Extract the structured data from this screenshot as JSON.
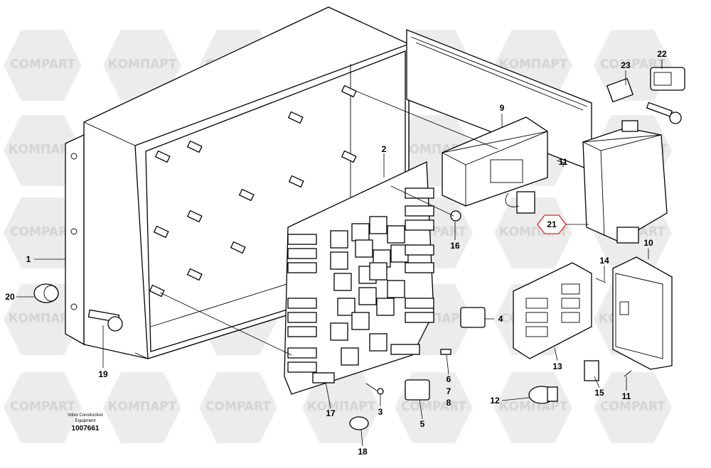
{
  "watermark": {
    "latin": "COMPART",
    "cyrillic": "КОМПАРТ"
  },
  "caption": {
    "line1": "Volvo Construction",
    "line2": "Equipment",
    "number": "1007661"
  },
  "labels": {
    "l1": "1",
    "l2": "2",
    "l3": "3",
    "l4": "4",
    "l5": "5",
    "l6": "6",
    "l7": "7",
    "l8": "8",
    "l9": "9",
    "l10": "10",
    "l11a": "11",
    "l11b": "11",
    "l12": "12",
    "l13": "13",
    "l14": "14",
    "l15": "15",
    "l16": "16",
    "l17": "17",
    "l18": "18",
    "l19": "19",
    "l20": "20",
    "l21": "21",
    "l22": "22",
    "l23": "23"
  },
  "highlight_color": "#d9262b"
}
